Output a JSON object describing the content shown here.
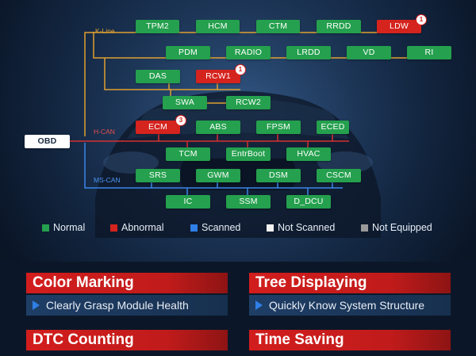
{
  "buses": {
    "kline": "K-Line",
    "hcan": "H-CAN",
    "mscan": "MS-CAN"
  },
  "obd": "OBD",
  "modules": {
    "tpm2": "TPM2",
    "hcm": "HCM",
    "ctm": "CTM",
    "rrdd": "RRDD",
    "ldw": "LDW",
    "pdm": "PDM",
    "radio": "RADIO",
    "lrdd": "LRDD",
    "vd": "VD",
    "ri": "RI",
    "das": "DAS",
    "rcw1": "RCW1",
    "swa": "SWA",
    "rcw2": "RCW2",
    "ecm": "ECM",
    "abs": "ABS",
    "fpsm": "FPSM",
    "eced": "ECED",
    "tcm": "TCM",
    "entrboot": "EntrBoot",
    "hvac": "HVAC",
    "srs": "SRS",
    "gwm": "GWM",
    "dsm": "DSM",
    "cscm": "CSCM",
    "ic": "IC",
    "ssm": "SSM",
    "d_dcu": "D_DCU"
  },
  "badges": {
    "ldw": "1",
    "rcw1": "1",
    "ecm": "3"
  },
  "legend": [
    {
      "label": "Normal",
      "color": "#25a04e"
    },
    {
      "label": "Abnormal",
      "color": "#d5231e"
    },
    {
      "label": "Scanned",
      "color": "#2f7fe6"
    },
    {
      "label": "Not Scanned",
      "color": "#f2f2f2"
    },
    {
      "label": "Not Equipped",
      "color": "#9a9a9a"
    }
  ],
  "features": [
    {
      "title": "Color Marking",
      "subtitle": "Clearly Grasp Module Health"
    },
    {
      "title": "Tree Displaying",
      "subtitle": "Quickly Know System Structure"
    },
    {
      "title": "DTC Counting",
      "subtitle": ""
    },
    {
      "title": "Time Saving",
      "subtitle": ""
    }
  ],
  "colors": {
    "kline": "#e0a030",
    "hcan": "#d63030",
    "mscan": "#3a86e8",
    "normal": "#25a04e",
    "abnormal": "#d5231e"
  }
}
